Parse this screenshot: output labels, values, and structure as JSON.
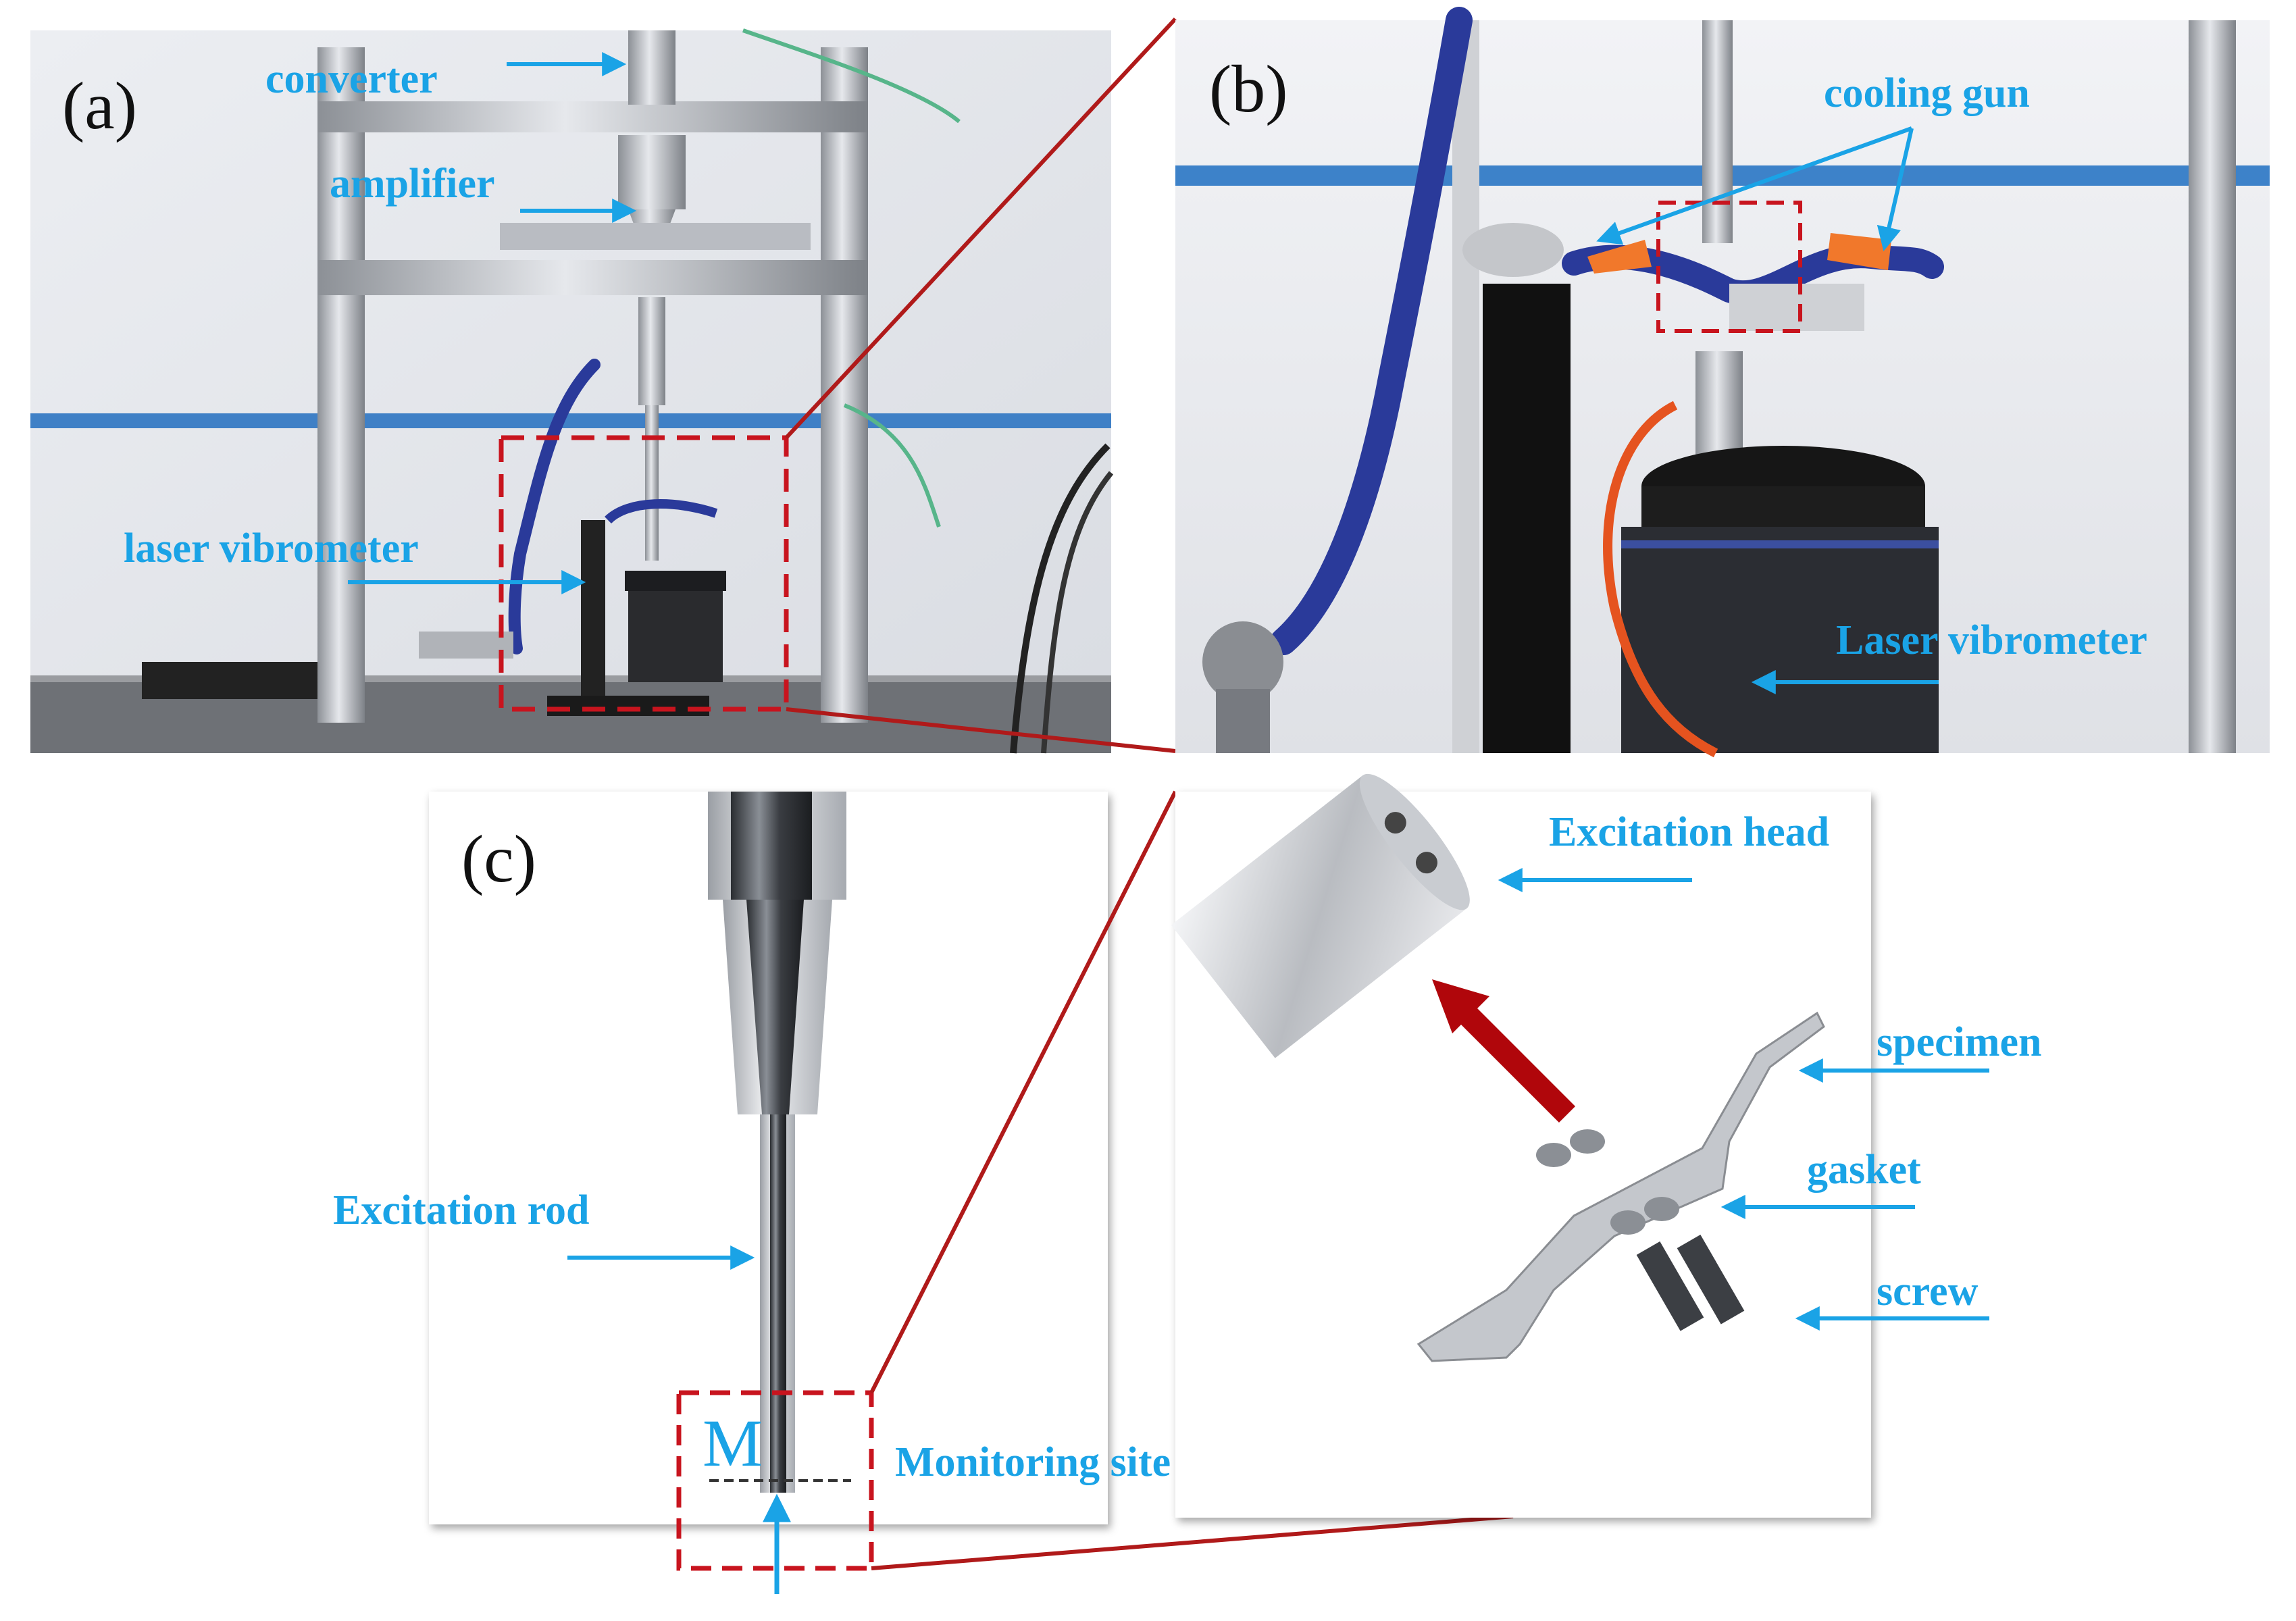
{
  "panels": {
    "a": "(a)",
    "b": "(b)",
    "c": "(c)"
  },
  "labels": {
    "converter": "converter",
    "amplifier": "amplifier",
    "laser_vibrometer_a": "laser vibrometer",
    "cooling_gun": "cooling gun",
    "laser_vibrometer_b": "Laser vibrometer",
    "excitation_head": "Excitation head",
    "specimen": "specimen",
    "gasket": "gasket",
    "screw": "screw",
    "excitation_rod": "Excitation rod",
    "monitoring_site": "Monitoring site",
    "m_marker": "M"
  },
  "colors": {
    "label": "#1aa3e6",
    "callout_box": "#c8141e",
    "zoom_line": "#b01a1a"
  }
}
